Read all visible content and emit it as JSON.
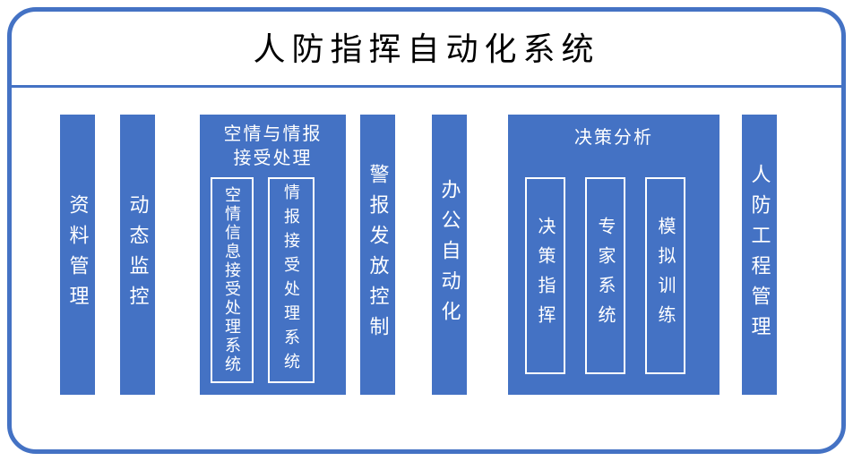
{
  "title": "人防指挥自动化系统",
  "colors": {
    "block_fill": "#4472C4",
    "frame_border": "#4472C4",
    "text_on_block": "#FFFFFF",
    "title_text": "#000000"
  },
  "blocks": {
    "data_management": {
      "label": "资料管理"
    },
    "dynamic_monitoring": {
      "label": "动态监控"
    },
    "air_intel_group": {
      "header_line1": "空情与情报",
      "header_line2": "接受处理",
      "children": {
        "air_info_system": {
          "label": "空情信息接受处理系统"
        },
        "intel_system": {
          "label": "情报接受处理系统"
        }
      }
    },
    "alarm_control": {
      "label": "警报发放控制"
    },
    "office_automation": {
      "label": "办公自动化"
    },
    "decision_group": {
      "header": "决策分析",
      "children": {
        "decision_command": {
          "label": "决策指挥"
        },
        "expert_system": {
          "label": "专家系统"
        },
        "simulation_training": {
          "label": "模拟训练"
        }
      }
    },
    "engineering_management": {
      "label": "人防工程管理"
    }
  }
}
